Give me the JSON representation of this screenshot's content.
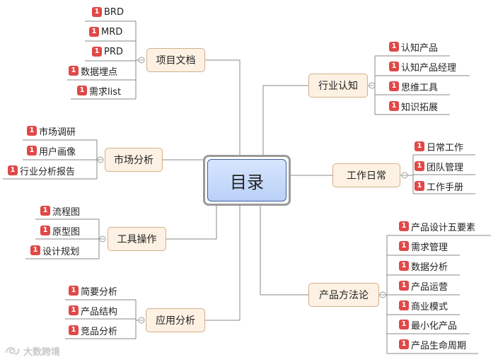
{
  "root": {
    "label": "目录"
  },
  "badge_number": "1",
  "colors": {
    "root_fill": "#c7daf9",
    "root_border": "#3f5f9b",
    "branch_fill": "#fdf1e3",
    "branch_border": "#d2b08a",
    "badge": "#e04848",
    "line": "#888888"
  },
  "branches": {
    "xiangmu": {
      "label": "项目文档",
      "items": [
        "BRD",
        "MRD",
        "PRD",
        "数据埋点",
        "需求list"
      ]
    },
    "shichang": {
      "label": "市场分析",
      "items": [
        "市场调研",
        "用户画像",
        "行业分析报告"
      ]
    },
    "gongju": {
      "label": "工具操作",
      "items": [
        "流程图",
        "原型图",
        "设计规划"
      ]
    },
    "yingyong": {
      "label": "应用分析",
      "items": [
        "简要分析",
        "产品结构",
        "竞品分析"
      ]
    },
    "hangye": {
      "label": "行业认知",
      "items": [
        "认知产品",
        "认知产品经理",
        "思维工具",
        "知识拓展"
      ]
    },
    "gongzuo": {
      "label": "工作日常",
      "items": [
        "日常工作",
        "团队管理",
        "工作手册"
      ]
    },
    "fangfa": {
      "label": "产品方法论",
      "items": [
        "产品设计五要素",
        "需求管理",
        "数据分析",
        "产品运营",
        "商业模式",
        "最小化产品",
        "产品生命周期"
      ]
    }
  },
  "watermark": {
    "text": "大数跨境",
    "icon": "logo-swirl-icon"
  }
}
